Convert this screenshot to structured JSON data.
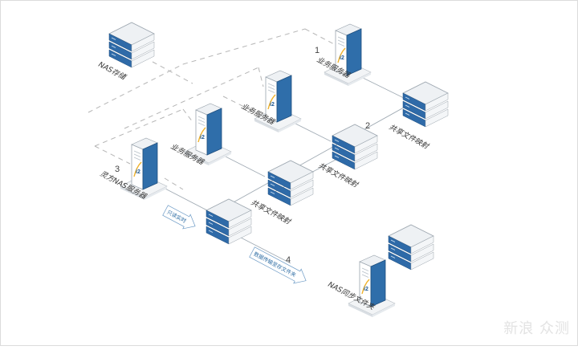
{
  "colors": {
    "accent": "#1f5a96",
    "line": "#9aa4ad",
    "dashed": "#b5b5b5",
    "label": "#333333"
  },
  "labels": {
    "nas_storage": "NAS存储",
    "business_server_1": "业务服务器",
    "business_server_2": "业务服务器",
    "business_server_3": "业务服务器",
    "shared_mapping_1": "共享文件映射",
    "shared_mapping_2": "共享文件映射",
    "shared_mapping_3": "共享文件映射",
    "emergency_nas_server": "灵方NAS服务器",
    "nas_sync_folder": "NAS同步文件夹"
  },
  "numbers": {
    "n1": "1",
    "n2": "2",
    "n3": "3",
    "n4": "4"
  },
  "tags": {
    "realtime_sync": "只读实时",
    "transfer_note": "数据传输至存文件夹"
  },
  "watermark": {
    "line1": "新",
    "line2": "浪",
    "text": "众测"
  },
  "icons": {
    "tower_logo": "i2"
  }
}
